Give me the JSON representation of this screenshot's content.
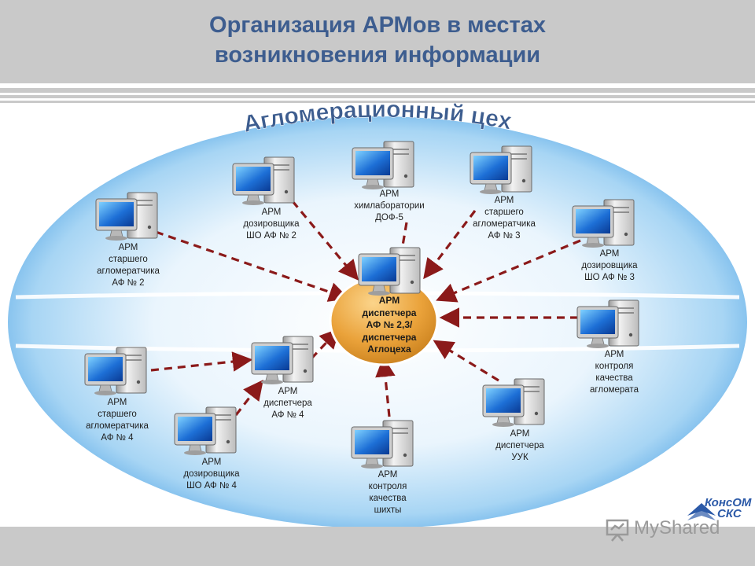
{
  "slide": {
    "title_line1": "Организация АРМов в местах",
    "title_line2": "возникновения информации",
    "section_heading": "Агломерационный цех",
    "colors": {
      "title": "#3d5d8f",
      "band": "#c9c9c9",
      "arrow": "#8b1a1a",
      "hub": "#e8a33a",
      "ellipse": "#5aa9e6"
    }
  },
  "hub": {
    "lines": [
      "АРМ",
      "диспетчера",
      "АФ № 2,3/",
      "диспетчера",
      "Аглоцеха"
    ],
    "icon": "computer-workstation-icon"
  },
  "nodes": [
    {
      "id": "lab",
      "lines": [
        "АРМ",
        "химлаборатории",
        "ДОФ-5"
      ],
      "icon": "computer-workstation-icon"
    },
    {
      "id": "dz2",
      "lines": [
        "АРМ",
        "дозировщика",
        "ШО АФ № 2"
      ],
      "icon": "computer-workstation-icon"
    },
    {
      "id": "sa3",
      "lines": [
        "АРМ",
        "старшего",
        "агломератчика",
        "АФ № 3"
      ],
      "icon": "computer-workstation-icon"
    },
    {
      "id": "sa2",
      "lines": [
        "АРМ",
        "старшего",
        "агломератчика",
        "АФ № 2"
      ],
      "icon": "computer-workstation-icon"
    },
    {
      "id": "dz3",
      "lines": [
        "АРМ",
        "дозировщика",
        "ШО АФ № 3"
      ],
      "icon": "computer-workstation-icon"
    },
    {
      "id": "kka",
      "lines": [
        "АРМ",
        "контроля",
        "качества",
        "агломерата"
      ],
      "icon": "computer-workstation-icon"
    },
    {
      "id": "sa4",
      "lines": [
        "АРМ",
        "старшего",
        "агломератчика",
        "АФ № 4"
      ],
      "icon": "computer-workstation-icon"
    },
    {
      "id": "d4",
      "lines": [
        "АРМ",
        "диспетчера",
        "АФ № 4"
      ],
      "icon": "computer-workstation-icon"
    },
    {
      "id": "dz4",
      "lines": [
        "АРМ",
        "дозировщика",
        "ШО АФ № 4"
      ],
      "icon": "computer-workstation-icon"
    },
    {
      "id": "kksh",
      "lines": [
        "АРМ",
        "контроля",
        "качества",
        "шихты"
      ],
      "icon": "computer-workstation-icon"
    },
    {
      "id": "uuk",
      "lines": [
        "АРМ",
        "диспетчера",
        "УУК"
      ],
      "icon": "computer-workstation-icon"
    }
  ],
  "logo": {
    "line1": "КонсОМ",
    "line2": "СКС"
  },
  "watermark": "MyShared"
}
